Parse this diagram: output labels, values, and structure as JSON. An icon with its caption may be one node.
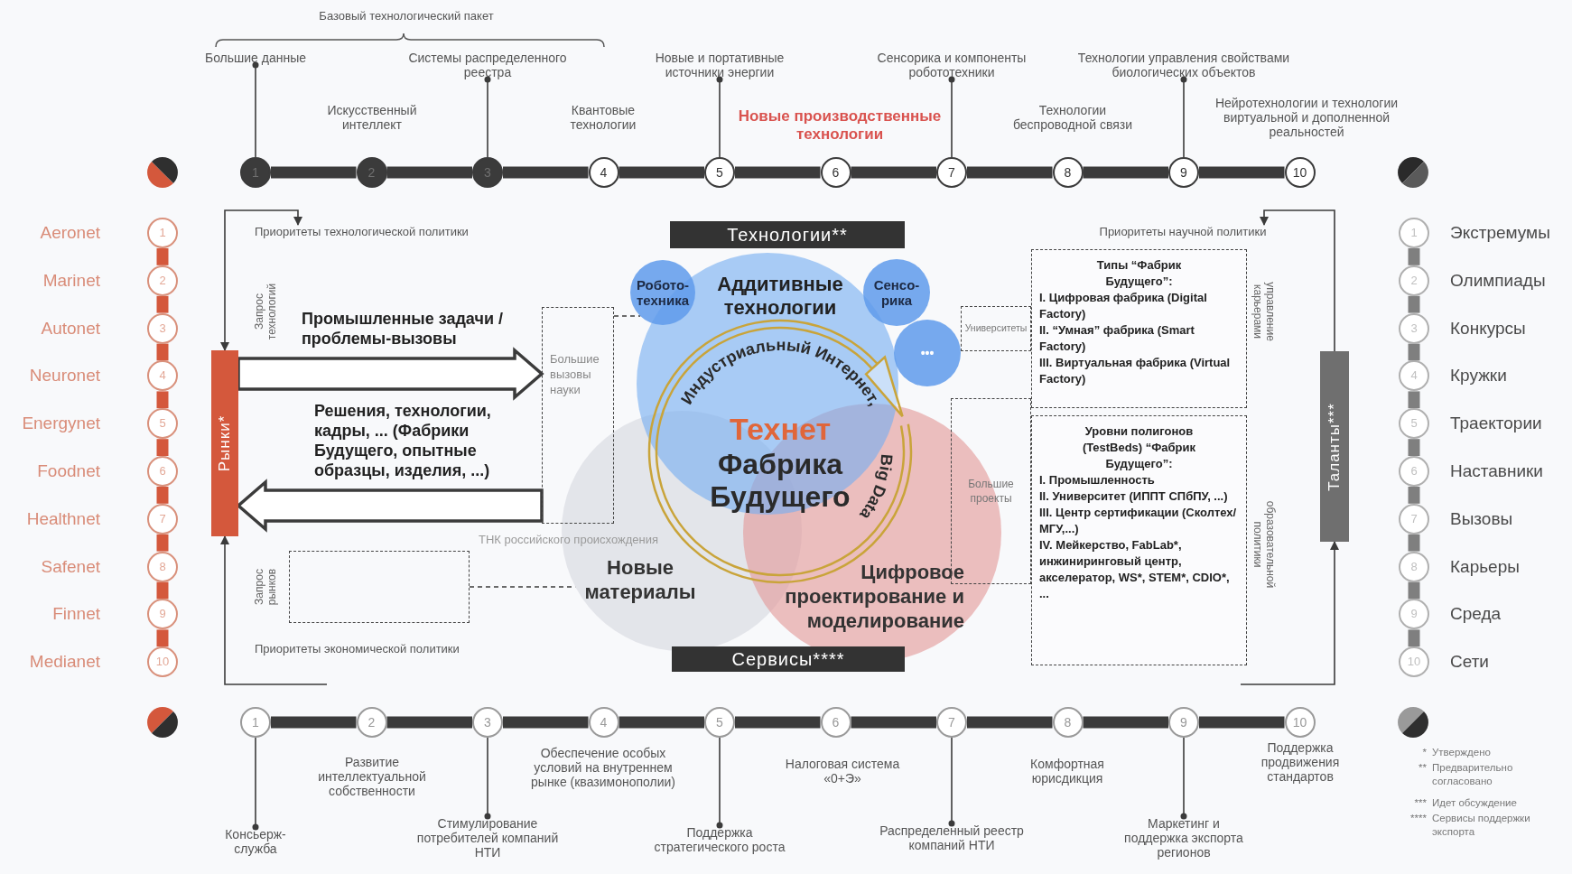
{
  "diagram": {
    "nodes": [
      {
        "text": [
          "1"
        ]
      },
      {
        "text": [
          "2"
        ],
        "beside": [
          "Искусственный интеллект"
        ]
      },
      {
        "text": [
          "3"
        ]
      },
      {
        "text": [
          "4"
        ],
        "beside": [
          "Квантовые технологии"
        ]
      },
      {
        "text": [
          "5"
        ]
      },
      {
        "text": [
          "6"
        ],
        "beside": [
          "Новые производственные технологии"
        ]
      },
      {
        "text": [
          "7"
        ]
      },
      {
        "text": [
          "8"
        ],
        "beside": [
          "Технологии беспроводной связи"
        ]
      },
      {
        "text": [
          "9"
        ]
      },
      {
        "text": [
          "10"
        ],
        "beside": [
          "Нейротехнологии и технологии виртуальной и дополненной реальностей"
        ]
      },
      {
        "text": [
          "Большие данные"
        ]
      },
      {
        "text": [
          "Системы распределенного реестра"
        ]
      },
      {
        "text": [
          "Новые и портативные источники энергии"
        ]
      },
      {
        "text": [
          "Сенсорика и компоненты робототехники"
        ]
      },
      {
        "text": [
          "Технологии управления свойствами биологических объектов"
        ]
      },
      {
        "text": [
          "1"
        ]
      },
      {
        "text": [
          "2"
        ],
        "beside": [
          "Развитие интеллектуальной собственности"
        ]
      },
      {
        "text": [
          "3"
        ]
      },
      {
        "text": [
          "4"
        ],
        "beside": [
          "Обеспечение особых условий на внутреннем рынке (квазимонополии)"
        ]
      },
      {
        "text": [
          "5"
        ]
      },
      {
        "text": [
          "6"
        ],
        "beside": [
          "Налоговая система «0+Э»"
        ]
      },
      {
        "text": [
          "7"
        ]
      },
      {
        "text": [
          "8"
        ],
        "beside": [
          "Комфортная юрисдикция"
        ]
      },
      {
        "text": [
          "9"
        ]
      },
      {
        "text": [
          "10"
        ],
        "beside": [
          "Поддержка продвижения стандартов"
        ]
      },
      {
        "text": [
          "Консьерж-служба"
        ]
      },
      {
        "text": [
          "Стимулирование потребителей компаний НТИ"
        ]
      },
      {
        "text": [
          "Поддержка стратегического роста"
        ]
      },
      {
        "text": [
          "Распределенный реестр компаний НТИ"
        ]
      },
      {
        "text": [
          "Маркетинг и поддержка экспорта регионов"
        ]
      },
      {
        "text": [
          "1"
        ],
        "beside": [
          "Aeronet"
        ]
      },
      {
        "text": [
          "2"
        ],
        "beside": [
          "Marinet"
        ]
      },
      {
        "text": [
          "3"
        ],
        "beside": [
          "Autonet"
        ]
      },
      {
        "text": [
          "4"
        ],
        "beside": [
          "Neuronet"
        ]
      },
      {
        "text": [
          "5"
        ],
        "beside": [
          "Energynet"
        ]
      },
      {
        "text": [
          "6"
        ],
        "beside": [
          "Foodnet"
        ]
      },
      {
        "text": [
          "7"
        ],
        "beside": [
          "Healthnet"
        ]
      },
      {
        "text": [
          "8"
        ],
        "beside": [
          "Safenet"
        ]
      },
      {
        "text": [
          "9"
        ],
        "beside": [
          "Finnet"
        ]
      },
      {
        "text": [
          "10"
        ],
        "beside": [
          "Medianet"
        ]
      },
      {
        "text": [
          "1"
        ],
        "beside": [
          "Экстремумы"
        ]
      },
      {
        "text": [
          "2"
        ],
        "beside": [
          "Олимпиады"
        ]
      },
      {
        "text": [
          "3"
        ],
        "beside": [
          "Конкурсы"
        ]
      },
      {
        "text": [
          "4"
        ],
        "beside": [
          "Кружки"
        ]
      },
      {
        "text": [
          "5"
        ],
        "beside": [
          "Траектории"
        ]
      },
      {
        "text": [
          "6"
        ],
        "beside": [
          "Наставники"
        ]
      },
      {
        "text": [
          "7"
        ],
        "beside": [
          "Вызовы"
        ]
      },
      {
        "text": [
          "8"
        ],
        "beside": [
          "Карьеры"
        ]
      },
      {
        "text": [
          "9"
        ],
        "beside": [
          "Среда"
        ]
      },
      {
        "text": [
          "10"
        ],
        "beside": [
          "Сети"
        ]
      },
      {
        "text": [
          "Рынки*"
        ]
      },
      {
        "text": [
          "Таланты***"
        ]
      },
      {
        "text": [
          "Технологии**"
        ]
      },
      {
        "text": [
          "Сервисы****"
        ]
      },
      {
        "text": [
          "Большие вызовы науки"
        ]
      },
      {
        "text": [],
        "shape": "box"
      },
      {
        "text": [
          "Аддитивные технологии"
        ]
      },
      {
        "text": [
          "Робото-техника"
        ]
      },
      {
        "text": [
          "Сенсо-рика"
        ]
      },
      {
        "text": [
          "•••"
        ]
      },
      {
        "text": [
          "Новые материалы"
        ]
      },
      {
        "text": [
          "Цифровое проектирование и моделирование"
        ]
      },
      {
        "text": [
          "Университеты"
        ]
      },
      {
        "text": [
          "Большие проекты"
        ]
      },
      {
        "text": [
          "Типы “Фабрик Будущего”:",
          "I. Цифровая фабрика (Digital Factory)",
          "II. “Умная” фабрика (Smart Factory)",
          "III. Виртуальная фабрика (Virtual Factory)"
        ]
      },
      {
        "text": [
          "Уровни полигонов (TestBeds) “Фабрик Будущего”:",
          "I. Промышленность",
          "II. Университет (ИППТ СПбПУ, ...)",
          "III. Центр сертификации (Сколтех/МГУ,...)",
          "IV. Мейкерство, FabLab*, инжиниринговый центр, акселератор, WS*, STEM*, CDIO*, ..."
        ]
      },
      {
        "text": [],
        "shape": "circle"
      },
      {
        "text": [
          "Технет",
          "Фабрика Будущего"
        ]
      },
      {
        "text": [
          "Приоритеты технологической политики"
        ]
      },
      {
        "text": [
          "Приоритеты научной политики"
        ]
      }
    ],
    "edges": [
      {
        "from": 0,
        "to": 1,
        "arrow": "none"
      },
      {
        "from": 1,
        "to": 2,
        "arrow": "none"
      },
      {
        "from": 2,
        "to": 3,
        "arrow": "none"
      },
      {
        "from": 3,
        "to": 4,
        "arrow": "none"
      },
      {
        "from": 4,
        "to": 5,
        "arrow": "none"
      },
      {
        "from": 5,
        "to": 6,
        "arrow": "none"
      },
      {
        "from": 6,
        "to": 7,
        "arrow": "none"
      },
      {
        "from": 7,
        "to": 8,
        "arrow": "none"
      },
      {
        "from": 8,
        "to": 9,
        "arrow": "none"
      },
      {
        "from": 15,
        "to": 16,
        "arrow": "none"
      },
      {
        "from": 16,
        "to": 17,
        "arrow": "none"
      },
      {
        "from": 17,
        "to": 18,
        "arrow": "none"
      },
      {
        "from": 18,
        "to": 19,
        "arrow": "none"
      },
      {
        "from": 19,
        "to": 20,
        "arrow": "none"
      },
      {
        "from": 20,
        "to": 21,
        "arrow": "none"
      },
      {
        "from": 21,
        "to": 22,
        "arrow": "none"
      },
      {
        "from": 22,
        "to": 23,
        "arrow": "none"
      },
      {
        "from": 23,
        "to": 24,
        "arrow": "none"
      },
      {
        "from": 30,
        "to": 31,
        "arrow": "none",
        "color": "#d4583c"
      },
      {
        "from": 31,
        "to": 32,
        "arrow": "none",
        "color": "#d4583c"
      },
      {
        "from": 32,
        "to": 33,
        "arrow": "none",
        "color": "#d4583c"
      },
      {
        "from": 33,
        "to": 34,
        "arrow": "none",
        "color": "#d4583c"
      },
      {
        "from": 34,
        "to": 35,
        "arrow": "none",
        "color": "#d4583c"
      },
      {
        "from": 35,
        "to": 36,
        "arrow": "none",
        "color": "#d4583c"
      },
      {
        "from": 36,
        "to": 37,
        "arrow": "none",
        "color": "#d4583c"
      },
      {
        "from": 37,
        "to": 38,
        "arrow": "none",
        "color": "#d4583c"
      },
      {
        "from": 38,
        "to": 39,
        "arrow": "none",
        "color": "#d4583c"
      },
      {
        "from": 40,
        "to": 41,
        "arrow": "none",
        "color": "#7f7f7f"
      },
      {
        "from": 41,
        "to": 42,
        "arrow": "none",
        "color": "#7f7f7f"
      },
      {
        "from": 42,
        "to": 43,
        "arrow": "none",
        "color": "#7f7f7f"
      },
      {
        "from": 43,
        "to": 44,
        "arrow": "none",
        "color": "#7f7f7f"
      },
      {
        "from": 44,
        "to": 45,
        "arrow": "none",
        "color": "#7f7f7f"
      },
      {
        "from": 45,
        "to": 46,
        "arrow": "none",
        "color": "#7f7f7f"
      },
      {
        "from": 46,
        "to": 47,
        "arrow": "none",
        "color": "#7f7f7f"
      },
      {
        "from": 47,
        "to": 48,
        "arrow": "none",
        "color": "#7f7f7f"
      },
      {
        "from": 48,
        "to": 49,
        "arrow": "none",
        "color": "#7f7f7f"
      },
      {
        "from": 10,
        "to": 0,
        "arrow": "other"
      },
      {
        "from": 11,
        "to": 2,
        "arrow": "other"
      },
      {
        "from": 12,
        "to": 4,
        "arrow": "other"
      },
      {
        "from": 13,
        "to": 6,
        "arrow": "other"
      },
      {
        "from": 14,
        "to": 8,
        "arrow": "other"
      },
      {
        "from": 25,
        "to": 15,
        "arrow": "other"
      },
      {
        "from": 26,
        "to": 17,
        "arrow": "other"
      },
      {
        "from": 27,
        "to": 19,
        "arrow": "other"
      },
      {
        "from": 28,
        "to": 21,
        "arrow": "other"
      },
      {
        "from": 29,
        "to": 23,
        "arrow": "other"
      },
      {
        "from": 50,
        "to": 68,
        "arrow": "both"
      },
      {
        "from": null,
        "to": 50,
        "arrow": "to"
      },
      {
        "from": 51,
        "to": 69,
        "arrow": "to"
      },
      {
        "from": null,
        "to": 51,
        "arrow": "to"
      },
      {
        "from": 50,
        "to": 54,
        "arrow": "to",
        "label": "Промышленные задачи / проблемы-вызовы",
        "style": "thick"
      },
      {
        "from": 54,
        "to": 50,
        "arrow": "to",
        "label": "Решения, технологии, кадры, ... (Фабрики Будущего, опытные образцы, изделия, ...)",
        "style": "thick"
      },
      {
        "from": 54,
        "to": 57,
        "arrow": "none",
        "style": "dashed"
      },
      {
        "from": 55,
        "to": 60,
        "arrow": "none",
        "style": "dashed"
      }
    ],
    "labels": [
      "Базовый технологический пакет",
      "Запрос технологий",
      "управление карьерами",
      "ТНК российского происхождения",
      "Запрос рынков",
      "образовательной политики",
      "Приоритеты экономической политики",
      "*",
      "Утверждено",
      "**",
      "Предварительно согласовано",
      "***",
      "Идет обсуждение",
      "****",
      "Сервисы поддержки экспорта",
      "Индустриальный Интернет,",
      "Big Data"
    ]
  }
}
